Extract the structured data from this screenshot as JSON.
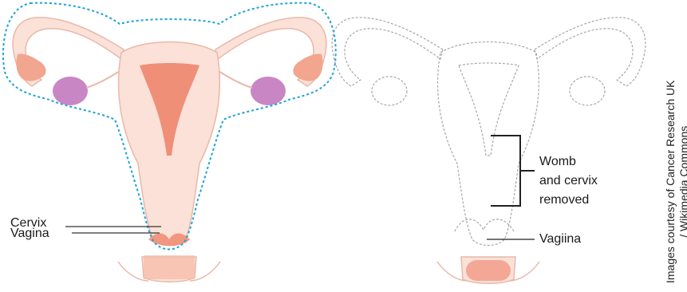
{
  "left_diagram": {
    "labels": {
      "cervix": "Cervix",
      "vagina": "Vagina"
    }
  },
  "right_diagram": {
    "labels": {
      "removed_line1": "Womb",
      "removed_line2": "and cervix",
      "removed_line3": "removed",
      "vagina": "Vagiina"
    }
  },
  "credit": {
    "line1": "Images courtesy of  Cancer Research UK",
    "line2": "/ Wikimedia Commons"
  },
  "colors": {
    "body_fill": "#fbe1d8",
    "body_stroke": "#e8b9a8",
    "uterus_cavity": "#ef8f78",
    "ovary_fill": "#ffb59c",
    "ovary_purple": "#c886c4",
    "cut_outline": "#1aa3d9",
    "vagina_fill": "#f7b9a6",
    "removed_dash": "#a8a8a8"
  }
}
